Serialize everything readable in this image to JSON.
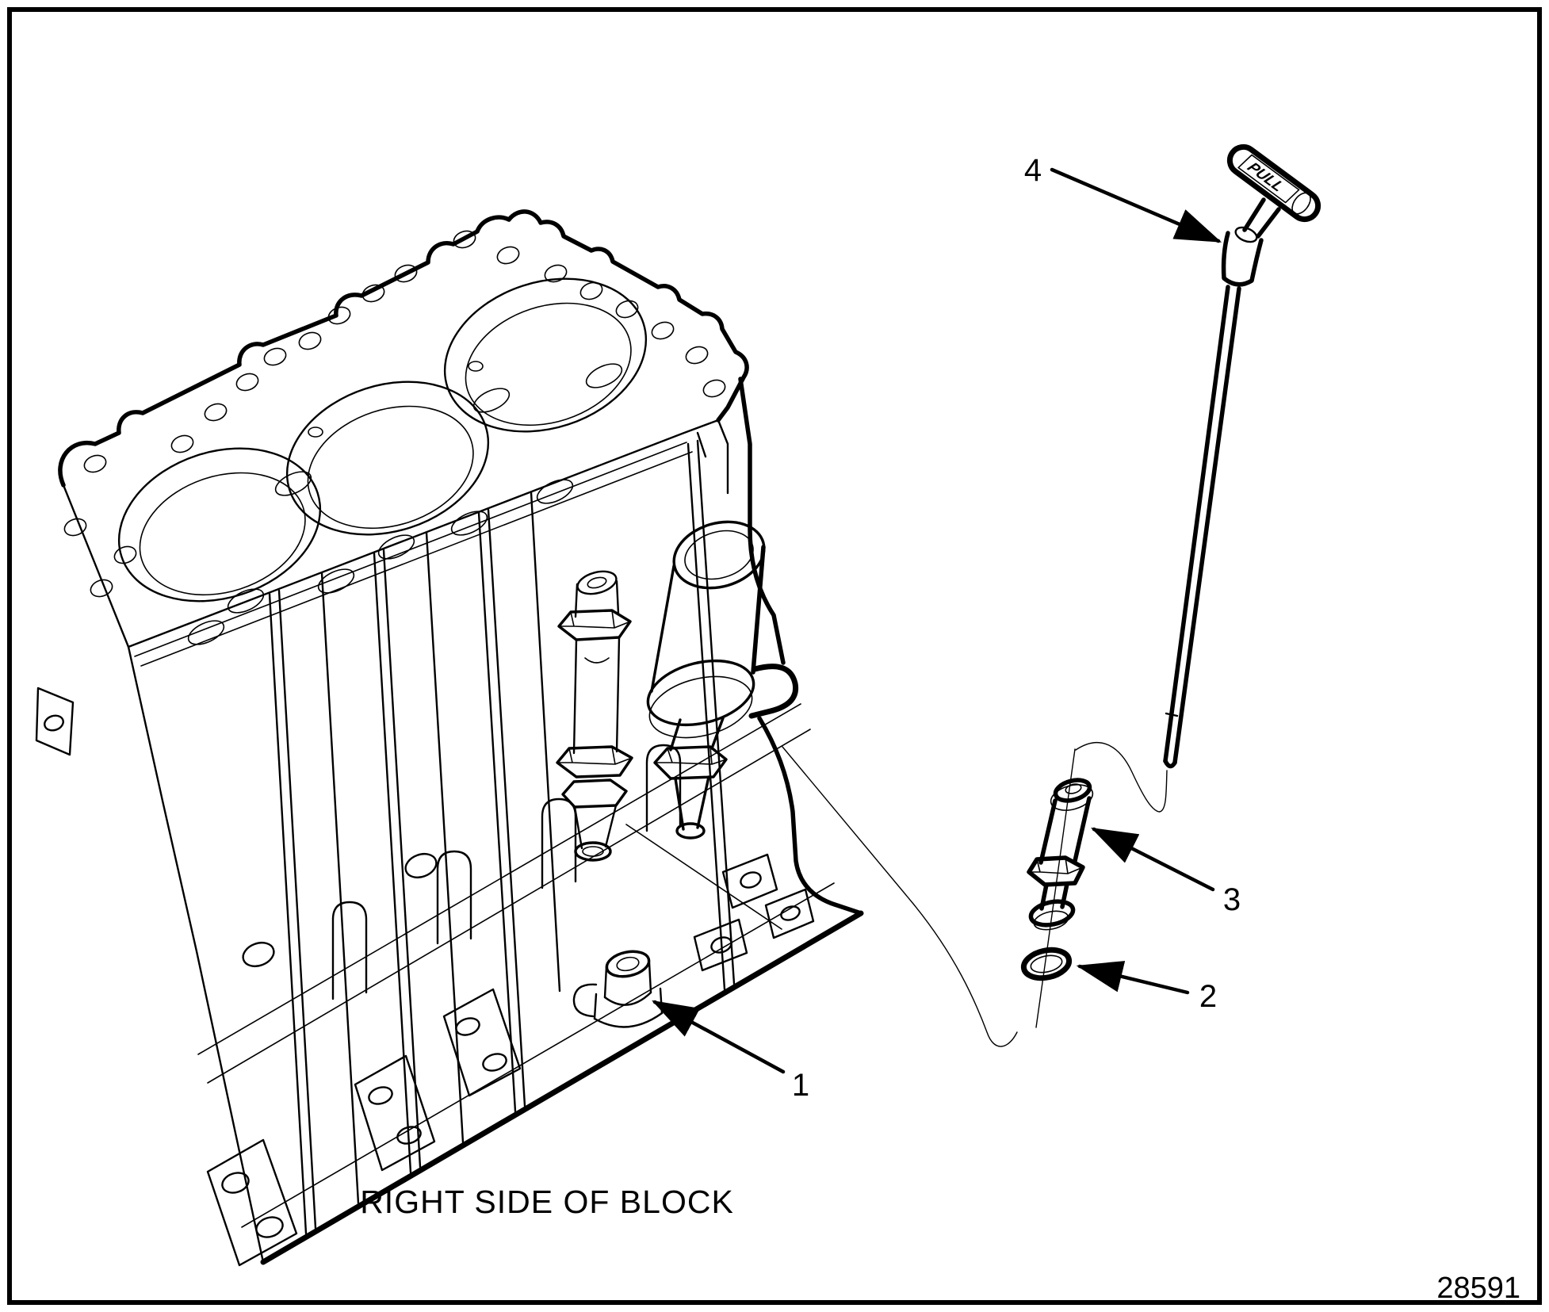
{
  "diagram": {
    "caption": "RIGHT SIDE OF BLOCK",
    "figure_number": "28591",
    "background_color": "#ffffff",
    "line_color": "#000000"
  },
  "callouts": [
    {
      "number": "1"
    },
    {
      "number": "2"
    },
    {
      "number": "3"
    },
    {
      "number": "4"
    }
  ],
  "dipstick": {
    "handle_label": "PULL"
  }
}
